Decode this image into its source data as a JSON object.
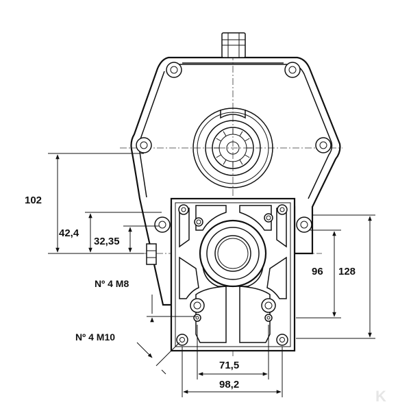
{
  "dimensions": {
    "height_total": "102",
    "height_mid": "42,4",
    "height_low": "32,35",
    "right_inner": "96",
    "right_outer": "128",
    "width_inner": "71,5",
    "width_outer": "98,2"
  },
  "callouts": {
    "thread_m8": "Nº 4 M8",
    "thread_m10": "Nº 4 M10"
  },
  "watermark": "K"
}
